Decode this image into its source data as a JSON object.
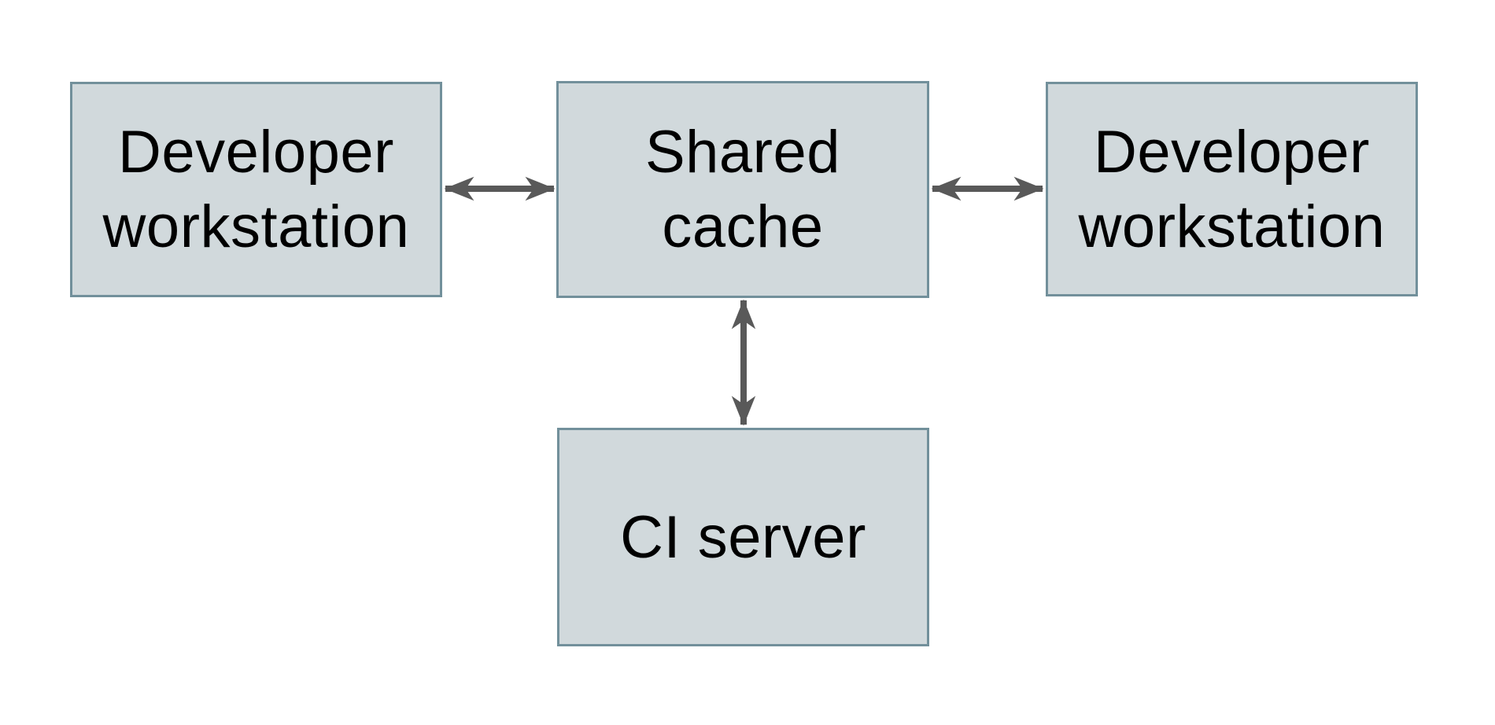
{
  "diagram": {
    "type": "architecture-diagram",
    "colors": {
      "background": "#ffffff",
      "node_fill": "#d1d9dc",
      "node_border": "#72909b",
      "arrow": "#595959",
      "text": "#000000"
    },
    "nodes": [
      {
        "name": "developer-workstation-left",
        "label": "Developer workstation",
        "lines": [
          "Developer",
          "workstation"
        ]
      },
      {
        "name": "shared-cache",
        "label": "Shared cache",
        "lines": [
          "Shared",
          "cache"
        ]
      },
      {
        "name": "developer-workstation-right",
        "label": "Developer workstation",
        "lines": [
          "Developer",
          "workstation"
        ]
      },
      {
        "name": "ci-server",
        "label": "CI server",
        "lines": [
          "CI server"
        ]
      }
    ],
    "edges": [
      {
        "from": "developer-workstation-left",
        "to": "shared-cache",
        "style": "double-headed-arrow",
        "orientation": "horizontal"
      },
      {
        "from": "shared-cache",
        "to": "developer-workstation-right",
        "style": "double-headed-arrow",
        "orientation": "horizontal"
      },
      {
        "from": "shared-cache",
        "to": "ci-server",
        "style": "double-headed-arrow",
        "orientation": "vertical"
      }
    ]
  }
}
